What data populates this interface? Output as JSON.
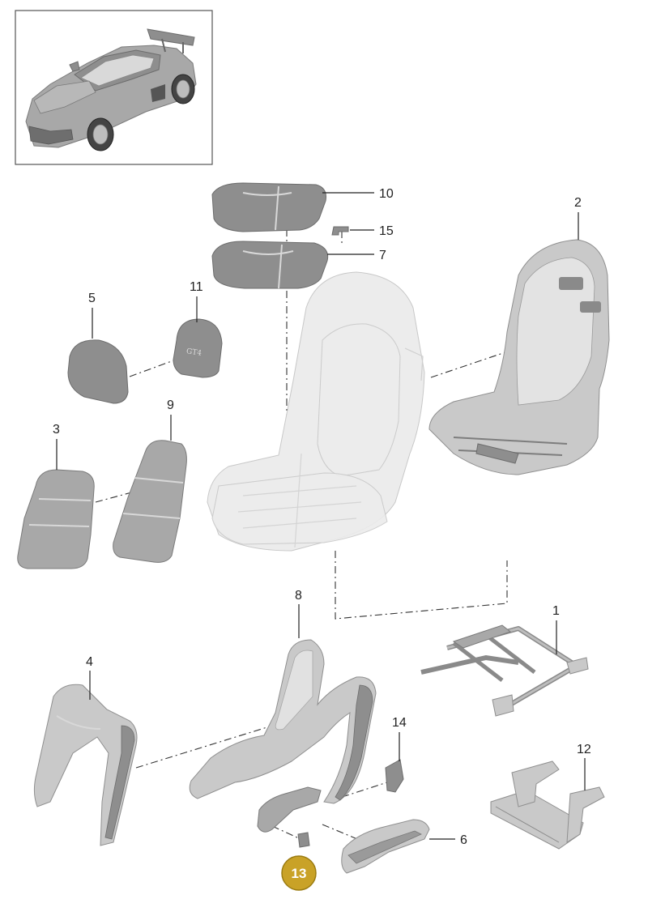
{
  "colors": {
    "highlight_fill": "#c9a227",
    "highlight_stroke": "#9b7c12",
    "highlight_text": "#ffffff",
    "callout_text": "#222222"
  },
  "icons": {
    "car_thumbnail": "car-icon",
    "seat": "seat-icon"
  },
  "callouts": {
    "c1": "1",
    "c2": "2",
    "c3": "3",
    "c4": "4",
    "c5": "5",
    "c6": "6",
    "c7": "7",
    "c8": "8",
    "c9": "9",
    "c10": "10",
    "c11": "11",
    "c12": "12",
    "c13": "13",
    "c14": "14",
    "c15": "15"
  },
  "highlighted_callout": "13"
}
